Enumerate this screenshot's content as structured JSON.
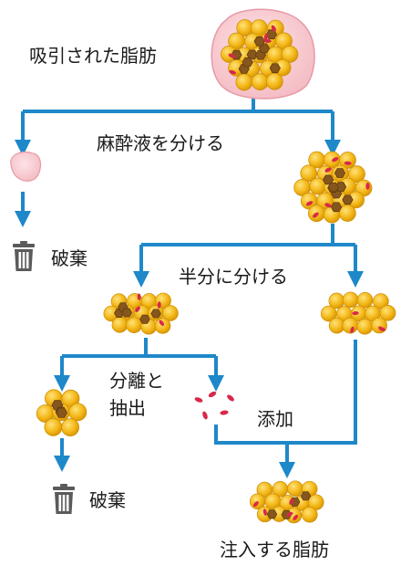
{
  "labels": {
    "source_fat": "吸引された脂肪",
    "anesthetic_split": "麻酔液を分ける",
    "discard_top": "破棄",
    "split_half": "半分に分ける",
    "separate_extract": "分離と\n抽出",
    "add": "添加",
    "discard_bottom": "破棄",
    "inject_fat": "注入する脂肪"
  },
  "icons": {
    "trash": "trash-can-icon"
  },
  "colors": {
    "arrow": "#1e88c9",
    "fat_cell": "#f0b81a",
    "fat_cell_edge": "#d99a0e",
    "stromal_cell": "#8a5a1e",
    "red_cell": "#d8284a",
    "blob": "#f7c9cf",
    "blob_edge": "#e79aa6",
    "trash": "#555555"
  }
}
